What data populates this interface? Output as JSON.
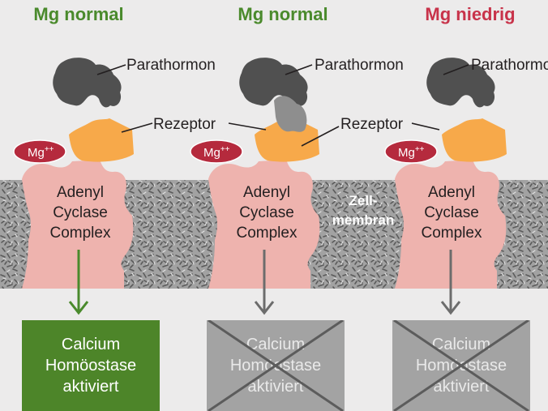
{
  "columns": [
    {
      "status": "Mg normal",
      "status_type": "normal",
      "hormone_label": "Parathormon",
      "receptor_label": "Rezeptor",
      "mg_label": "Mg",
      "mg_charge": "++",
      "complex_lines": [
        "Adenyl",
        "Cyclase",
        "Complex"
      ],
      "result_lines": [
        "Calcium",
        "Homöostase",
        "aktiviert"
      ],
      "result_state": "active"
    },
    {
      "status": "Mg normal",
      "status_type": "normal",
      "hormone_label": "Parathormon",
      "receptor_label": "Rezeptor",
      "mg_label": "Mg",
      "mg_charge": "++",
      "complex_lines": [
        "Adenyl",
        "Cyclase",
        "Complex"
      ],
      "result_lines": [
        "Calcium",
        "Homöostase",
        "aktiviert"
      ],
      "result_state": "blocked"
    },
    {
      "status": "Mg niedrig",
      "status_type": "low",
      "hormone_label": "Parathormon",
      "receptor_label": "Rezeptor",
      "mg_label": "Mg",
      "mg_charge": "++",
      "complex_lines": [
        "Adenyl",
        "Cyclase",
        "Complex"
      ],
      "result_lines": [
        "Calcium",
        "Homöostase",
        "aktiviert"
      ],
      "result_state": "blocked"
    }
  ],
  "membrane_label": [
    "Zell-",
    "membran"
  ],
  "colors": {
    "background": "#ecebeb",
    "normal_text": "#4a8a2c",
    "low_text": "#c8334a",
    "hormone": "#505050",
    "receptor": "#f7a94a",
    "complex": "#eeb3ae",
    "magnesium": "#b52a3d",
    "membrane": "#9c9c9c",
    "result_active": "#4d8529",
    "result_blocked": "#a3a3a3",
    "arrow_active": "#4a8a2c",
    "arrow_blocked": "#6c6c6c"
  }
}
